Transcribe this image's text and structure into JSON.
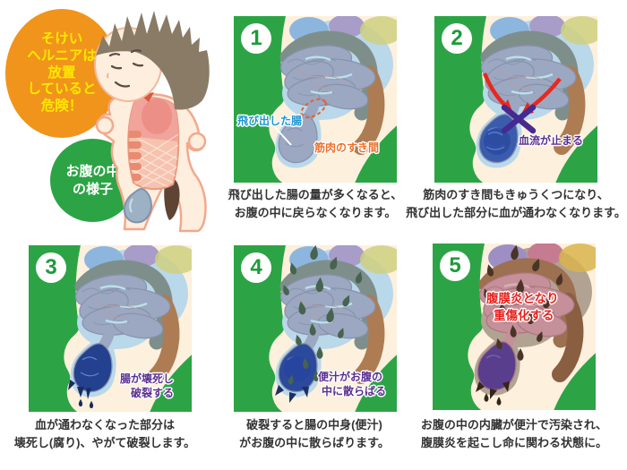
{
  "intro": {
    "warning_bubble": {
      "lines": [
        "そけい",
        "ヘルニアは",
        "放置",
        "していると",
        "危険！"
      ],
      "bg_color": "#f0941c",
      "text_color": "#ffe800"
    },
    "belly_bubble": {
      "lines": [
        "お腹の中",
        "の様子"
      ],
      "bg_color": "#2ca445",
      "text_color": "#ffffff"
    },
    "illustration": "boy-with-abdominal-cutaway-and-hernia"
  },
  "panels": [
    {
      "number": "1",
      "labels": [
        {
          "lines": [
            "飛び出した腸"
          ],
          "color": "#1f96d4"
        },
        {
          "lines": [
            "筋肉のすき間"
          ],
          "color": "#f06f28"
        }
      ],
      "caption_lines": [
        "飛び出した腸の量が多くなると、",
        "お腹の中に戻らなくなります。"
      ]
    },
    {
      "number": "2",
      "labels": [
        {
          "lines": [
            "血流が止まる"
          ],
          "color": "#5b2f91"
        }
      ],
      "caption_lines": [
        "筋肉のすき間もきゅうくつになり、",
        "飛び出した部分に血が通わなくなります。"
      ]
    },
    {
      "number": "3",
      "labels": [
        {
          "lines": [
            "腸が壊死し",
            "破裂する"
          ],
          "color": "#5b2f91"
        }
      ],
      "caption_lines": [
        "血が通わなくなった部分は",
        "壊死し(腐り)、やがて破裂します。"
      ]
    },
    {
      "number": "4",
      "labels": [
        {
          "lines": [
            "便汁がお腹の",
            "中に散らばる"
          ],
          "color": "#5b2f91"
        }
      ],
      "caption_lines": [
        "破裂すると腸の中身(便汁)",
        "がお腹の中に散らばります。"
      ]
    },
    {
      "number": "5",
      "labels": [
        {
          "lines": [
            "腹膜炎となり",
            "重傷化する"
          ],
          "color": "#e8211d"
        }
      ],
      "caption_lines": [
        "お腹の中の内臓が便汁で汚染され、",
        "腹膜炎を起こし命に関わる状態に。"
      ]
    }
  ],
  "colors": {
    "panel_green": "#2ca445",
    "skin_fill": "#fdf0dc",
    "skin_line": "#f6c49e",
    "cavity_blue": "#b9d8ea",
    "intestine_gray": "#9ca7c1",
    "colon_gray": "#7e8f8b",
    "colon_brown": "#ad7c53",
    "sac_dark_blue": "#24418f",
    "infected_pink": "#c59099",
    "droplet_green": "#47634f",
    "droplet_brown": "#4a3427",
    "arrow_red": "#e8281e",
    "x_purple": "#452a92"
  }
}
